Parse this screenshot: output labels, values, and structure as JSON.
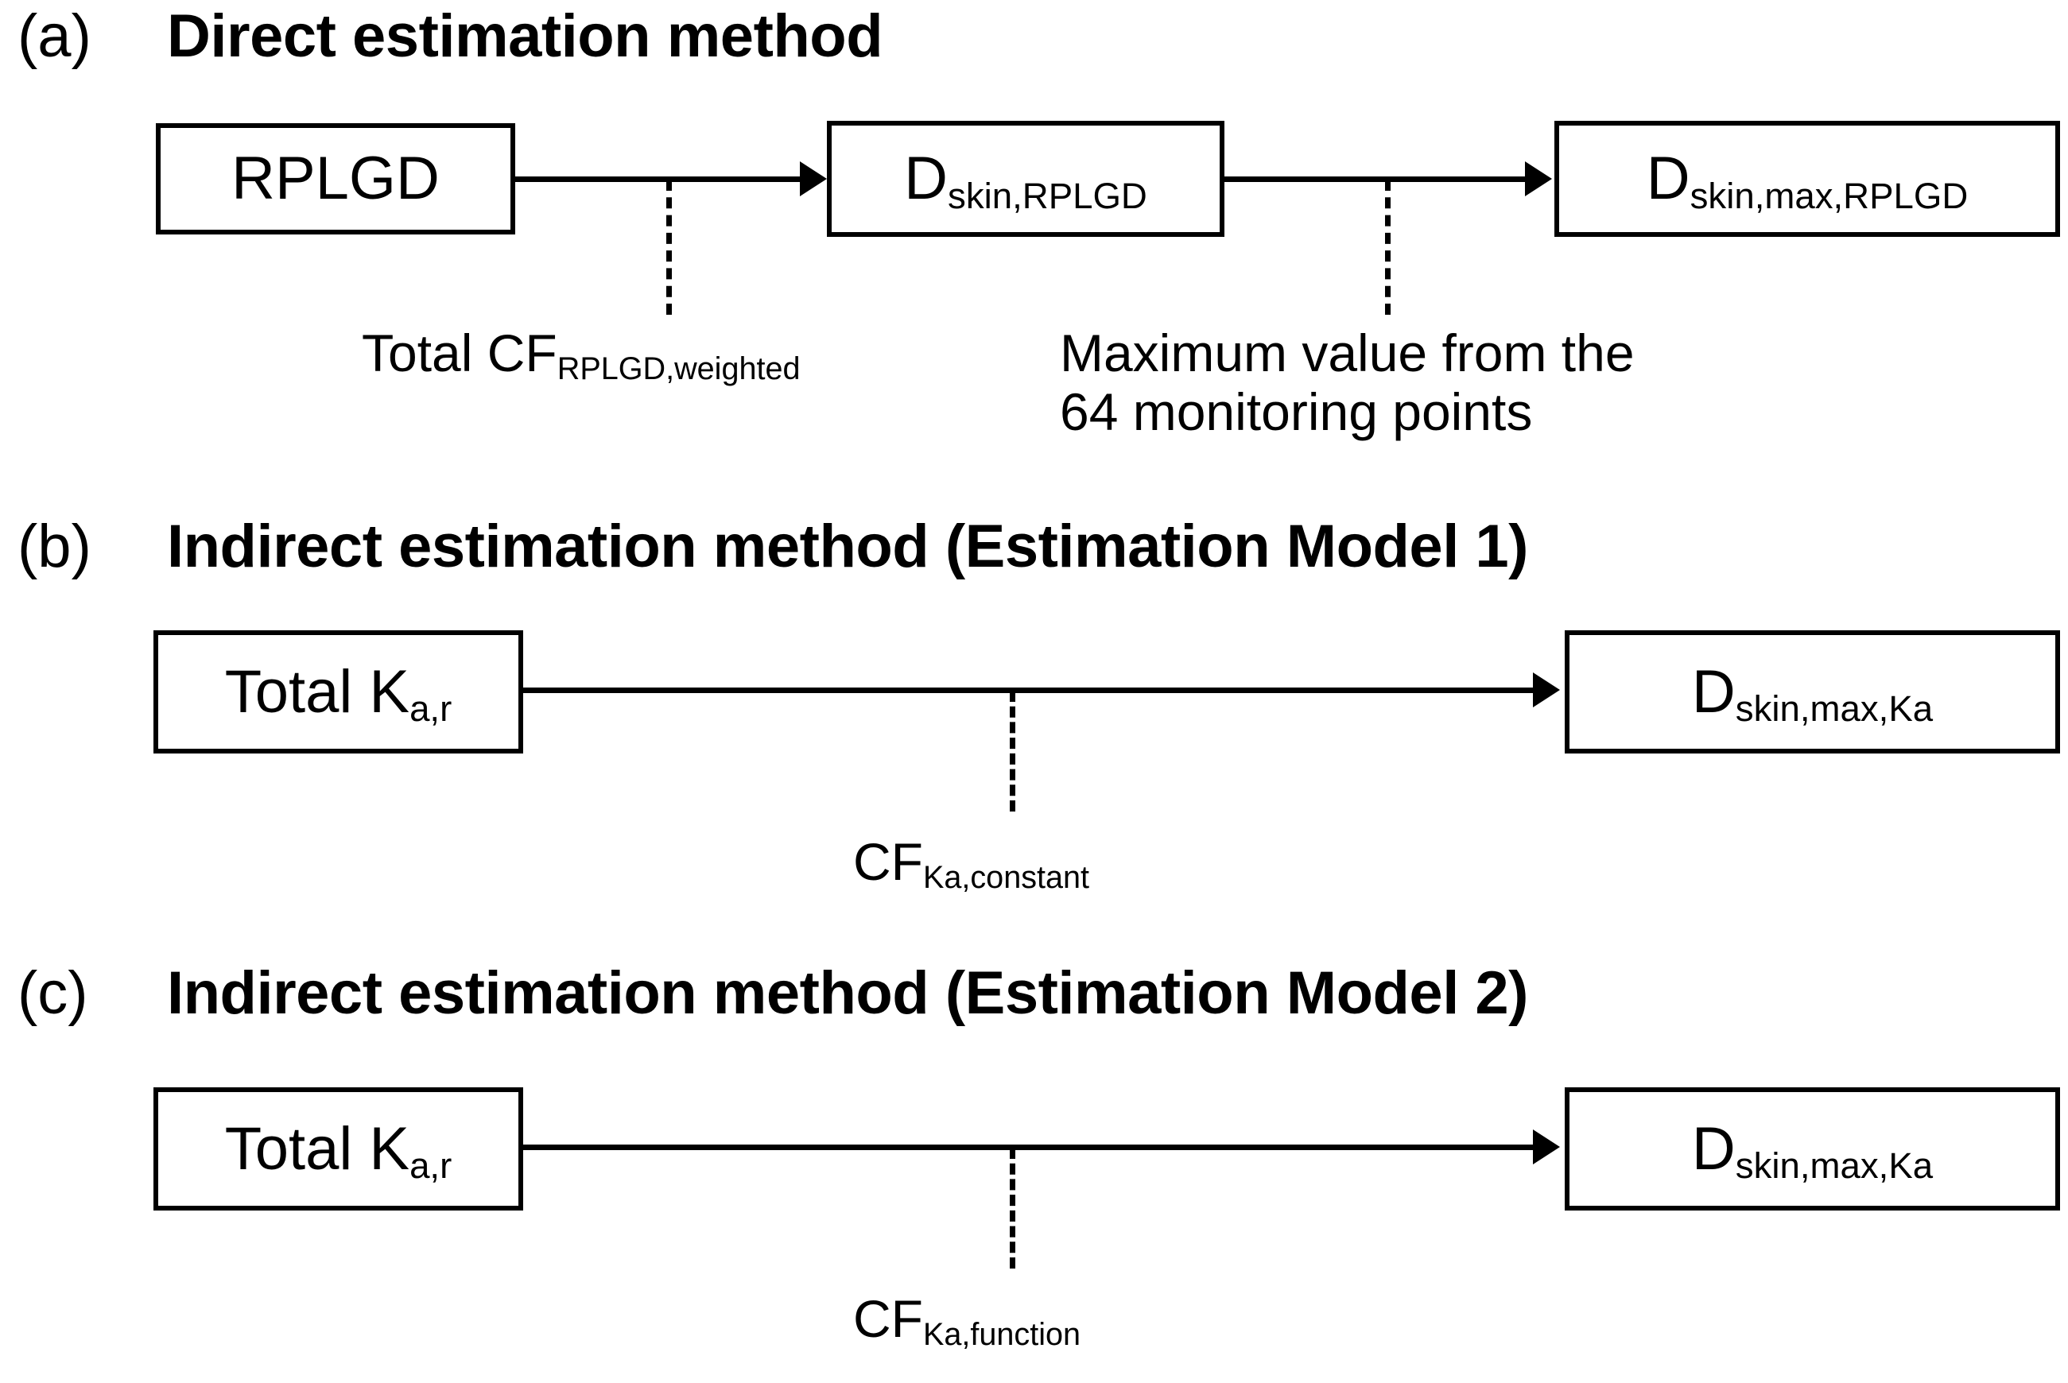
{
  "figure": {
    "panels": [
      {
        "id": "a",
        "label": "(a)",
        "title": "Direct estimation method",
        "boxes": [
          {
            "name": "rplgd-box",
            "base": "RPLGD",
            "sub": ""
          },
          {
            "name": "dskin-rplgd-box",
            "base": "D",
            "sub": "skin,RPLGD"
          },
          {
            "name": "dskin-max-rplgd-box",
            "base": "D",
            "sub": "skin,max,RPLGD"
          }
        ],
        "annotations": [
          {
            "name": "total-cf-weighted-annotation",
            "base": "Total CF",
            "sub": "RPLGD,weighted",
            "lines": []
          },
          {
            "name": "max-value-annotation",
            "base": "",
            "sub": "",
            "lines": [
              "Maximum value from the",
              "64 monitoring points"
            ]
          }
        ]
      },
      {
        "id": "b",
        "label": "(b)",
        "title": "Indirect estimation method (Estimation Model 1)",
        "boxes": [
          {
            "name": "total-ka-r-box",
            "base": "Total K",
            "sub": "a,r"
          },
          {
            "name": "dskin-max-ka-box",
            "base": "D",
            "sub": "skin,max,Ka"
          }
        ],
        "annotations": [
          {
            "name": "cf-ka-constant-annotation",
            "base": "CF",
            "sub": "Ka,constant",
            "lines": []
          }
        ]
      },
      {
        "id": "c",
        "label": "(c)",
        "title": "Indirect estimation method (Estimation Model 2)",
        "boxes": [
          {
            "name": "total-ka-r-box",
            "base": "Total K",
            "sub": "a,r"
          },
          {
            "name": "dskin-max-ka-box",
            "base": "D",
            "sub": "skin,max,Ka"
          }
        ],
        "annotations": [
          {
            "name": "cf-ka-function-annotation",
            "base": "CF",
            "sub": "Ka,function",
            "lines": []
          }
        ]
      }
    ],
    "colors": {
      "stroke": "#000000",
      "background": "#ffffff"
    }
  }
}
